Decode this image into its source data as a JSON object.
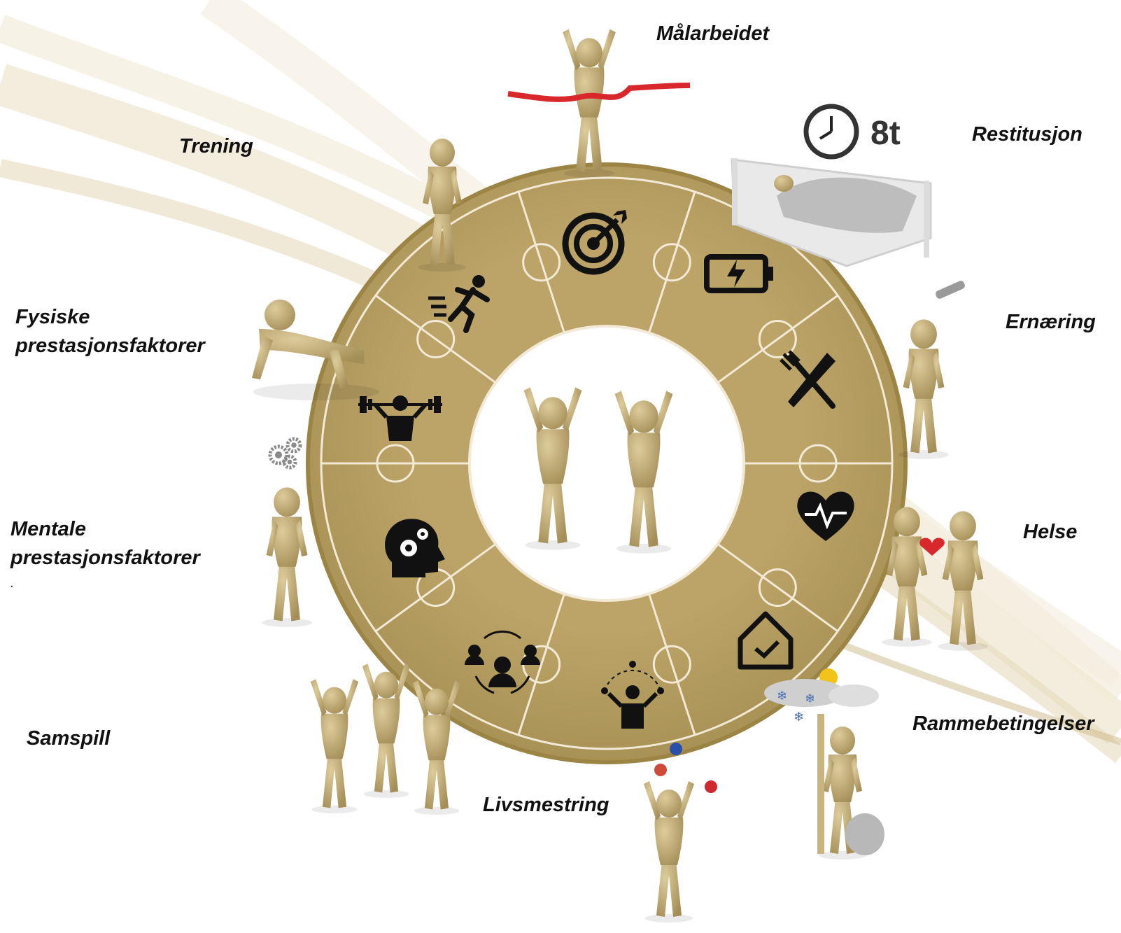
{
  "colors": {
    "ring": "#b29a5c",
    "ring_edge": "#9c8445",
    "seam": "#f2ead6",
    "figure": "#c8b47e",
    "figure_shade": "#a8925a",
    "icon": "#111111",
    "swoosh": "#e8dcc0",
    "ribbon": "#d8282c"
  },
  "center_icon": "two-figures-high-five",
  "segments": [
    {
      "label": "Målarbeidet",
      "icon": "target-icon"
    },
    {
      "label": "Restitusjon",
      "icon": "battery-icon",
      "extra": "8t"
    },
    {
      "label": "Ernæring",
      "icon": "fork-knife-icon"
    },
    {
      "label": "Helse",
      "icon": "heart-pulse-icon"
    },
    {
      "label": "Rammebetingelser",
      "icon": "house-check-icon"
    },
    {
      "label": "Livsmestring",
      "icon": "juggler-icon"
    },
    {
      "label": "Samspill",
      "icon": "group-icon"
    },
    {
      "label": "Mentale prestasjonsfaktorer",
      "lines": [
        "Mentale",
        "prestasjonsfaktorer"
      ],
      "icon": "head-gears-icon",
      "suffix": "."
    },
    {
      "label": "Fysiske prestasjonsfaktorer",
      "lines": [
        "Fysiske",
        "prestasjonsfaktorer"
      ],
      "icon": "weightlifter-icon"
    },
    {
      "label": "Trening",
      "icon": "runner-icon"
    }
  ]
}
